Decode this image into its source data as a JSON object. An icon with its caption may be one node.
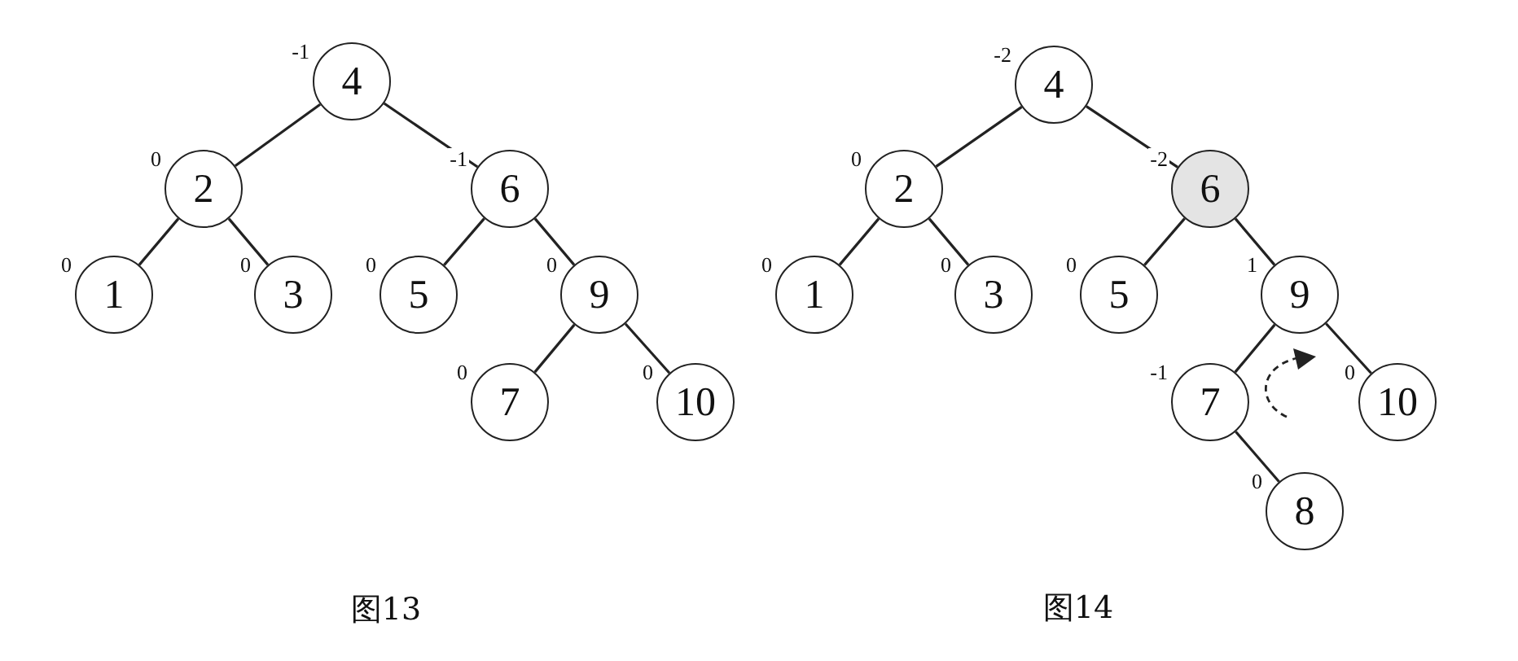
{
  "diagram": {
    "nodes": [
      {
        "text": [
          "4"
        ],
        "beside": [
          "-1"
        ]
      },
      {
        "text": [
          "2"
        ],
        "beside": [
          "0"
        ]
      },
      {
        "text": [
          "6"
        ],
        "beside": [
          "-1"
        ]
      },
      {
        "text": [
          "1"
        ],
        "beside": [
          "0"
        ]
      },
      {
        "text": [
          "3"
        ],
        "beside": [
          "0"
        ]
      },
      {
        "text": [
          "5"
        ],
        "beside": [
          "0"
        ]
      },
      {
        "text": [
          "9"
        ],
        "beside": [
          "0"
        ]
      },
      {
        "text": [
          "7"
        ],
        "beside": [
          "0"
        ]
      },
      {
        "text": [
          "10"
        ],
        "beside": [
          "0"
        ]
      },
      {
        "text": [
          "4"
        ],
        "beside": [
          "-2"
        ]
      },
      {
        "text": [
          "2"
        ],
        "beside": [
          "0"
        ]
      },
      {
        "text": [
          "6"
        ],
        "beside": [
          "-2"
        ]
      },
      {
        "text": [
          "1"
        ],
        "beside": [
          "0"
        ]
      },
      {
        "text": [
          "3"
        ],
        "beside": [
          "0"
        ]
      },
      {
        "text": [
          "5"
        ],
        "beside": [
          "0"
        ]
      },
      {
        "text": [
          "9"
        ],
        "beside": [
          "1"
        ]
      },
      {
        "text": [
          "7"
        ],
        "beside": [
          "-1"
        ]
      },
      {
        "text": [
          "10"
        ],
        "beside": [
          "0"
        ]
      },
      {
        "text": [
          "8"
        ],
        "beside": [
          "0"
        ]
      }
    ],
    "edges": [
      {
        "from": 0,
        "to": 1,
        "arrow": "none"
      },
      {
        "from": 0,
        "to": 2,
        "arrow": "none"
      },
      {
        "from": 1,
        "to": 3,
        "arrow": "none"
      },
      {
        "from": 1,
        "to": 4,
        "arrow": "none"
      },
      {
        "from": 2,
        "to": 5,
        "arrow": "none"
      },
      {
        "from": 2,
        "to": 6,
        "arrow": "none"
      },
      {
        "from": 6,
        "to": 7,
        "arrow": "none"
      },
      {
        "from": 6,
        "to": 8,
        "arrow": "none"
      },
      {
        "from": 9,
        "to": 10,
        "arrow": "none"
      },
      {
        "from": 9,
        "to": 11,
        "arrow": "none"
      },
      {
        "from": 10,
        "to": 12,
        "arrow": "none"
      },
      {
        "from": 10,
        "to": 13,
        "arrow": "none"
      },
      {
        "from": 11,
        "to": 14,
        "arrow": "none"
      },
      {
        "from": 11,
        "to": 15,
        "arrow": "none"
      },
      {
        "from": 15,
        "to": 16,
        "arrow": "none"
      },
      {
        "from": 15,
        "to": 17,
        "arrow": "none"
      },
      {
        "from": 16,
        "to": 18,
        "arrow": "none"
      }
    ],
    "labels": [
      "图13",
      "图14"
    ]
  }
}
